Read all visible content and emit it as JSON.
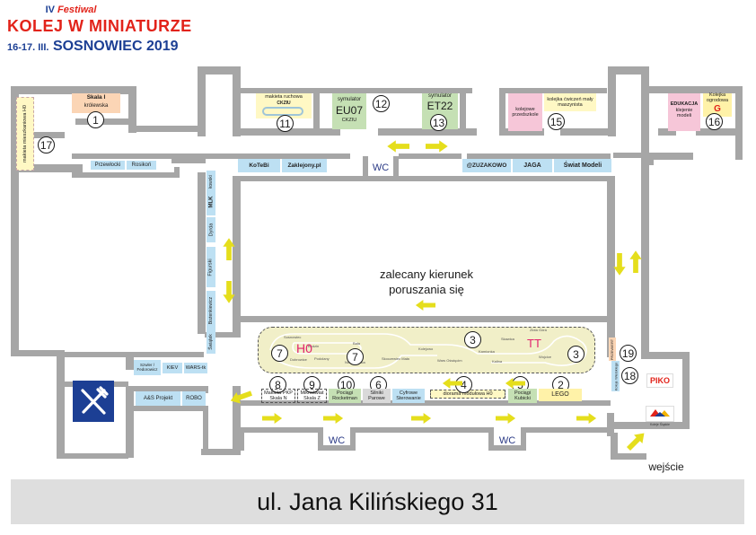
{
  "title": {
    "edition": "IV",
    "festival": "Festiwal",
    "name": "KOLEJ W MINIATURZE",
    "dates": "16-17. III.",
    "city_year": "SOSNOWIEC 2019"
  },
  "street": "ul. Jana Kilińskiego 31",
  "route_hint": "zalecany kierunek\nporuszania się",
  "entrance": "wejście",
  "wc": "WC",
  "colors": {
    "wall": "#a6a6a6",
    "blue": "#bde0f3",
    "green": "#c5e0b4",
    "yellow": "#fff2a8",
    "pink": "#f6c6d8",
    "orange": "#fbd5b5",
    "arrow": "#e5de1c",
    "title_red": "#e2231a",
    "title_blue": "#1c3f94"
  },
  "rooms": {
    "r1": {
      "title": "Skala I",
      "sub": "królewska",
      "num": "1"
    },
    "r11": {
      "title": "makieta ruchowa",
      "sub": "CKZIU",
      "num": "11"
    },
    "r12": {
      "title": "symulator",
      "big": "EU07",
      "sub": "CKZIU",
      "num": "12"
    },
    "r13": {
      "title": "symulator",
      "big": "ET22",
      "num": "13"
    },
    "r15": {
      "a": "kolejowe przedszkole",
      "b": "kolejka ćwiczeń mały maszynista",
      "num": "15"
    },
    "r16": {
      "a_title": "EDUKACJA",
      "a_sub": "klejenie modeli",
      "b_title": "Kolejka ogrodowa",
      "b_big": "G",
      "num": "16"
    },
    "r17": {
      "text": "makieta mieszkaniowa H0",
      "num": "17"
    }
  },
  "corridor_top": [
    "KoTeBi",
    "Zaklejony.pl",
    "@ZUZAKOWO",
    "JAGA",
    "Świat Modeli"
  ],
  "left_top": [
    "Przewłocki",
    "Rosikoń"
  ],
  "left_vertical": [
    "Nowakowski",
    "MLK",
    "Dyrda",
    "Figurski",
    "Bożenkiewicz",
    "Świątek"
  ],
  "left_lower": [
    "Szwler / Fedorowicz",
    "KIEV",
    "WARS-tk"
  ],
  "left_bottom": [
    "A&S Projekt",
    "ROBO"
  ],
  "hall": {
    "layout_labels": [
      "Sosnowiec",
      "Będzin",
      "Podolany",
      "Bała",
      "Kolejowo",
      "Wars Oświęcim",
      "Kalina",
      "Złota Góra",
      "Skawica",
      "Kamionka",
      "Dobrowice",
      "Nowoleśnica",
      "Wojcice",
      "Skoczewiec Mała"
    ],
    "h0_label": "H0",
    "tt_label": "TT",
    "n7a": "7",
    "n7b": "7",
    "n3a": "3",
    "n3b": "3"
  },
  "bottom_row": {
    "n8": "8",
    "b8": "Makieta PKP Skala N",
    "n9": "9",
    "b9": "Mikroświat Skala Z",
    "n10": "10",
    "b10": "Pociągi Rocketman",
    "n6": "6",
    "b6": "Silniki Parowe",
    "b_cyf": "Cyfrowe Sterowanie",
    "b_mod": "diorama modułowa H0",
    "n4": "4",
    "n5": "5",
    "b5": "Pociągi Kubicki",
    "n2": "2",
    "b2": "LEGO"
  },
  "right_side": {
    "n19": "19",
    "n18": "18",
    "p19": "PRZEWIERT",
    "p18": "Koleje Wielskiego",
    "piko": "PIKO",
    "koleje": "Koleje Śląskie"
  }
}
